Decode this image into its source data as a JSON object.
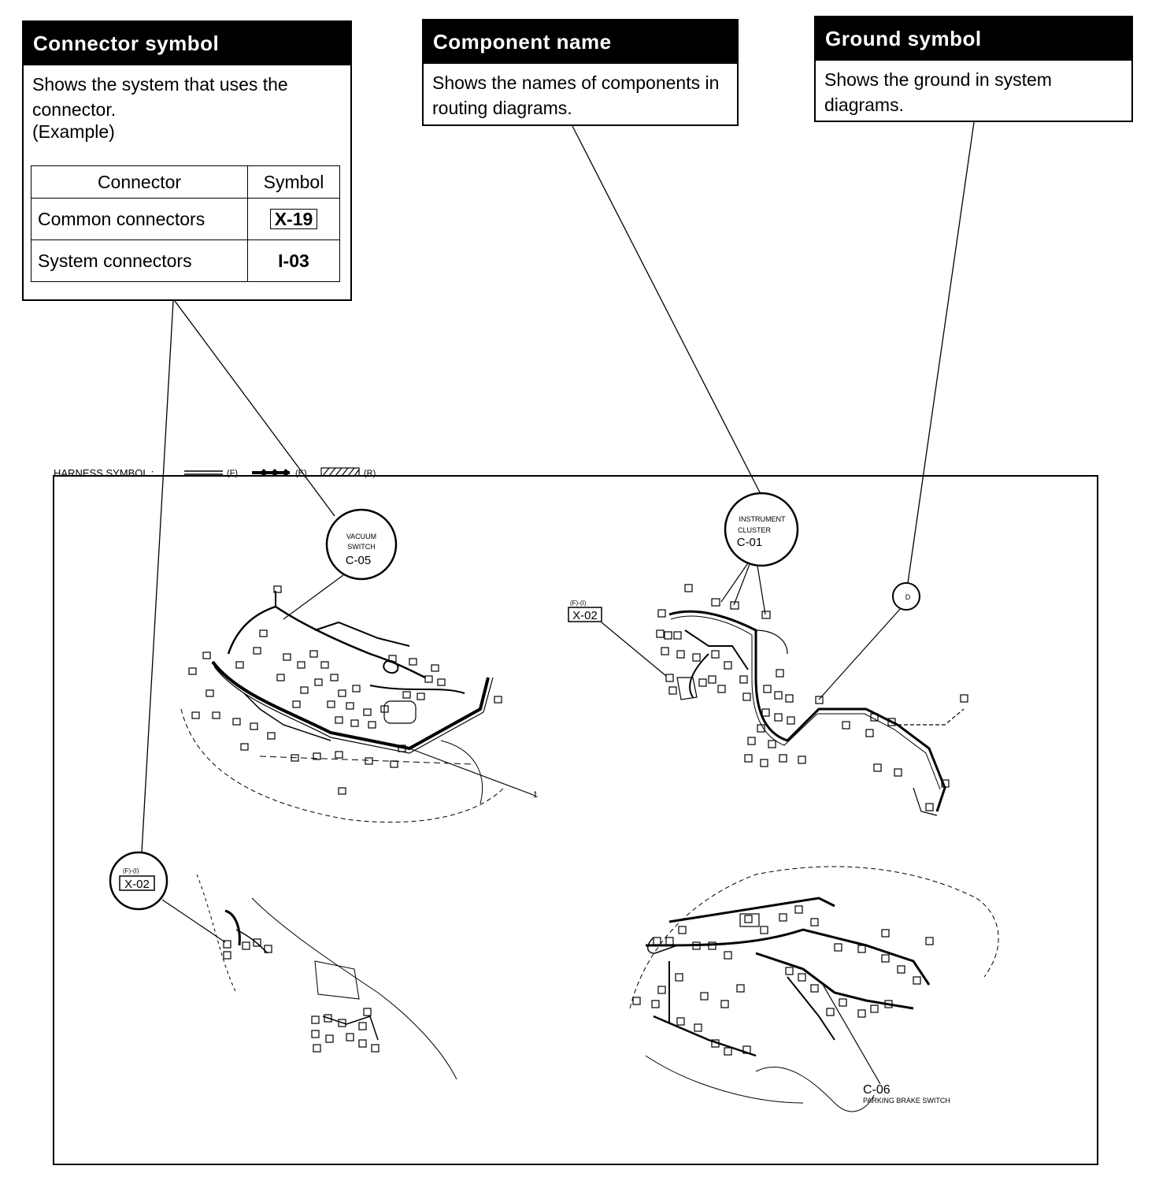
{
  "callouts": {
    "connector": {
      "title": "Connector symbol",
      "body": "Shows the system that uses the connector.",
      "example_label": "(Example)",
      "table": {
        "headers": [
          "Connector",
          "Symbol"
        ],
        "rows": [
          {
            "label": "Common connectors",
            "symbol": "X-19"
          },
          {
            "label": "System connectors",
            "symbol": "I-03"
          }
        ]
      }
    },
    "component": {
      "title": "Component name",
      "body": "Shows the names of components in routing diagrams."
    },
    "ground": {
      "title": "Ground symbol",
      "body": "Shows the ground in system diagrams."
    }
  },
  "diagram": {
    "harness_symbol_label": "HARNESS SYMBOL :",
    "harness_legend": [
      "(F)",
      "(E)",
      "(R)"
    ],
    "labels": {
      "vacuum_switch_name_1": "VACUUM",
      "vacuum_switch_name_2": "SWITCH",
      "vacuum_switch_code": "C-05",
      "instrument_cluster_name_1": "INSTRUMENT",
      "instrument_cluster_name_2": "CLUSTER",
      "instrument_cluster_code": "C-01",
      "x02_top_prefix": "(F)-(I)",
      "x02_top_code": "X-02",
      "x02_bottom_prefix": "(F)-(I)",
      "x02_bottom_code": "X-02",
      "parking_brake_code": "C-06",
      "parking_brake_name": "PARKING BRAKE SWITCH",
      "ground_marker": "D",
      "ground_leader": "1"
    }
  }
}
